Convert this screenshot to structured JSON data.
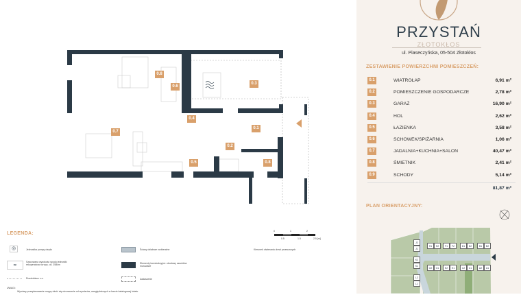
{
  "brand": {
    "name": "PRZYSTAŃ",
    "subtitle": "ZŁOTOKŁOS",
    "address": "ul. Piaseczyńska, 05-504 Złotokłos"
  },
  "summary": {
    "title": "ZESTAWIENIE POWIERZCHNI POMIESZCZEŃ:",
    "rooms": [
      {
        "id": "0.1",
        "name": "WIATROŁAP",
        "area": "6,91 m²"
      },
      {
        "id": "0.2",
        "name": "POMIESZCZENIE GOSPODARCZE",
        "area": "2,78 m²"
      },
      {
        "id": "0.3",
        "name": "GARAŻ",
        "area": "16,90 m²"
      },
      {
        "id": "0.4",
        "name": "HOL",
        "area": "2,62 m²"
      },
      {
        "id": "0.5",
        "name": "ŁAZIENKA",
        "area": "3,58 m²"
      },
      {
        "id": "0.6",
        "name": "SCHOWEK/SPIŻARNIA",
        "area": "1,06 m²"
      },
      {
        "id": "0.7",
        "name": "JADALNIA+KUCHNIA+SALON",
        "area": "40,47 m²"
      },
      {
        "id": "0.8",
        "name": "ŚMIETNIK",
        "area": "2,41 m²"
      },
      {
        "id": "0.9",
        "name": "SCHODY",
        "area": "5,14 m²"
      }
    ],
    "total": "81,87 m²"
  },
  "orientation_plan": {
    "title": "PLAN ORIENTACYJNY:",
    "lots": [
      "J2",
      "J1",
      "K2",
      "K1",
      "L2",
      "L1",
      "H1",
      "H2",
      "F1",
      "F2",
      "D1",
      "D2",
      "B1",
      "B2",
      "G2",
      "G1",
      "E2",
      "E1",
      "C2",
      "C1",
      "A2",
      "A1"
    ]
  },
  "plan_labels": [
    "0.8",
    "0.6",
    "0.3",
    "0.7",
    "0.4",
    "0.1",
    "0.2",
    "0.5",
    "0.8"
  ],
  "legend": {
    "title": "LEGENDA:",
    "items": [
      "Jednostka pompy ciepła",
      "Szacowana wysokość spodu jednostki rekuperatora na wys. ok. 258cm",
      "Rozdzielacz c.o.",
      "Ściany działowe rozbieralne",
      "Elementy konstrukcyjne: obudowy szachtów murowane",
      "Zadaszenie",
      "Kierunek otwierania drzwi przesuwnych"
    ],
    "note_title": "UWAGI:",
    "note": "Wymiary pozapłanowanie mogą różnić się nieznacznie od wymiarów, uwzględnionych w karcie katalogowej lokalu."
  },
  "scale": {
    "ticks": [
      "0",
      "1",
      "2"
    ],
    "subticks": [
      "0.5",
      "1.5",
      "2.5 [m]"
    ]
  },
  "colors": {
    "accent": "#d9a06b",
    "wall": "#2b3a46",
    "panel": "#f7f2ed",
    "lot": "#b9c9a8",
    "road": "#c9d6dc"
  }
}
